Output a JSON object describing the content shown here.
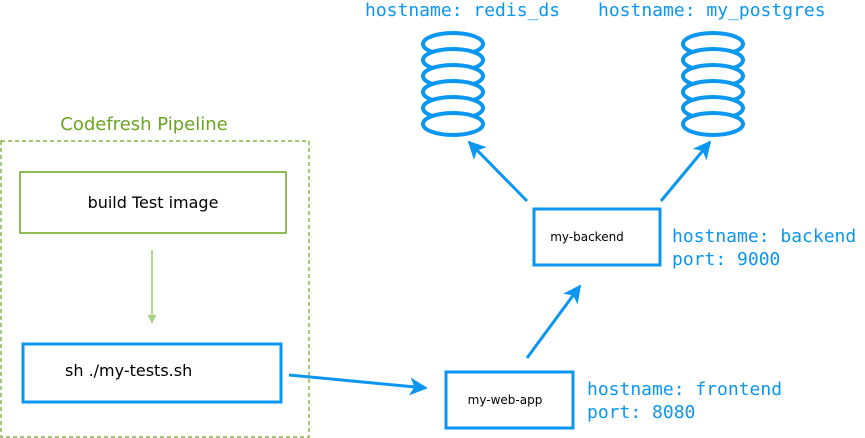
{
  "colors": {
    "blue": "#0b96f0",
    "green": "#6aa51f",
    "green_arrow": "#a8d483",
    "text": "#000000"
  },
  "pipeline": {
    "title": "Codefresh Pipeline",
    "step_build": "build Test image",
    "step_tests": "sh ./my-tests.sh"
  },
  "services": {
    "web_app": {
      "label": "my-web-app",
      "hostname": "hostname: frontend",
      "port": "port: 8080"
    },
    "backend": {
      "label": "my-backend",
      "hostname": "hostname: backend",
      "port": "port: 9000"
    },
    "redis": {
      "hostname": "hostname: redis_ds",
      "icon": "database-icon"
    },
    "postgres": {
      "hostname": "hostname: my_postgres",
      "icon": "database-icon"
    }
  }
}
